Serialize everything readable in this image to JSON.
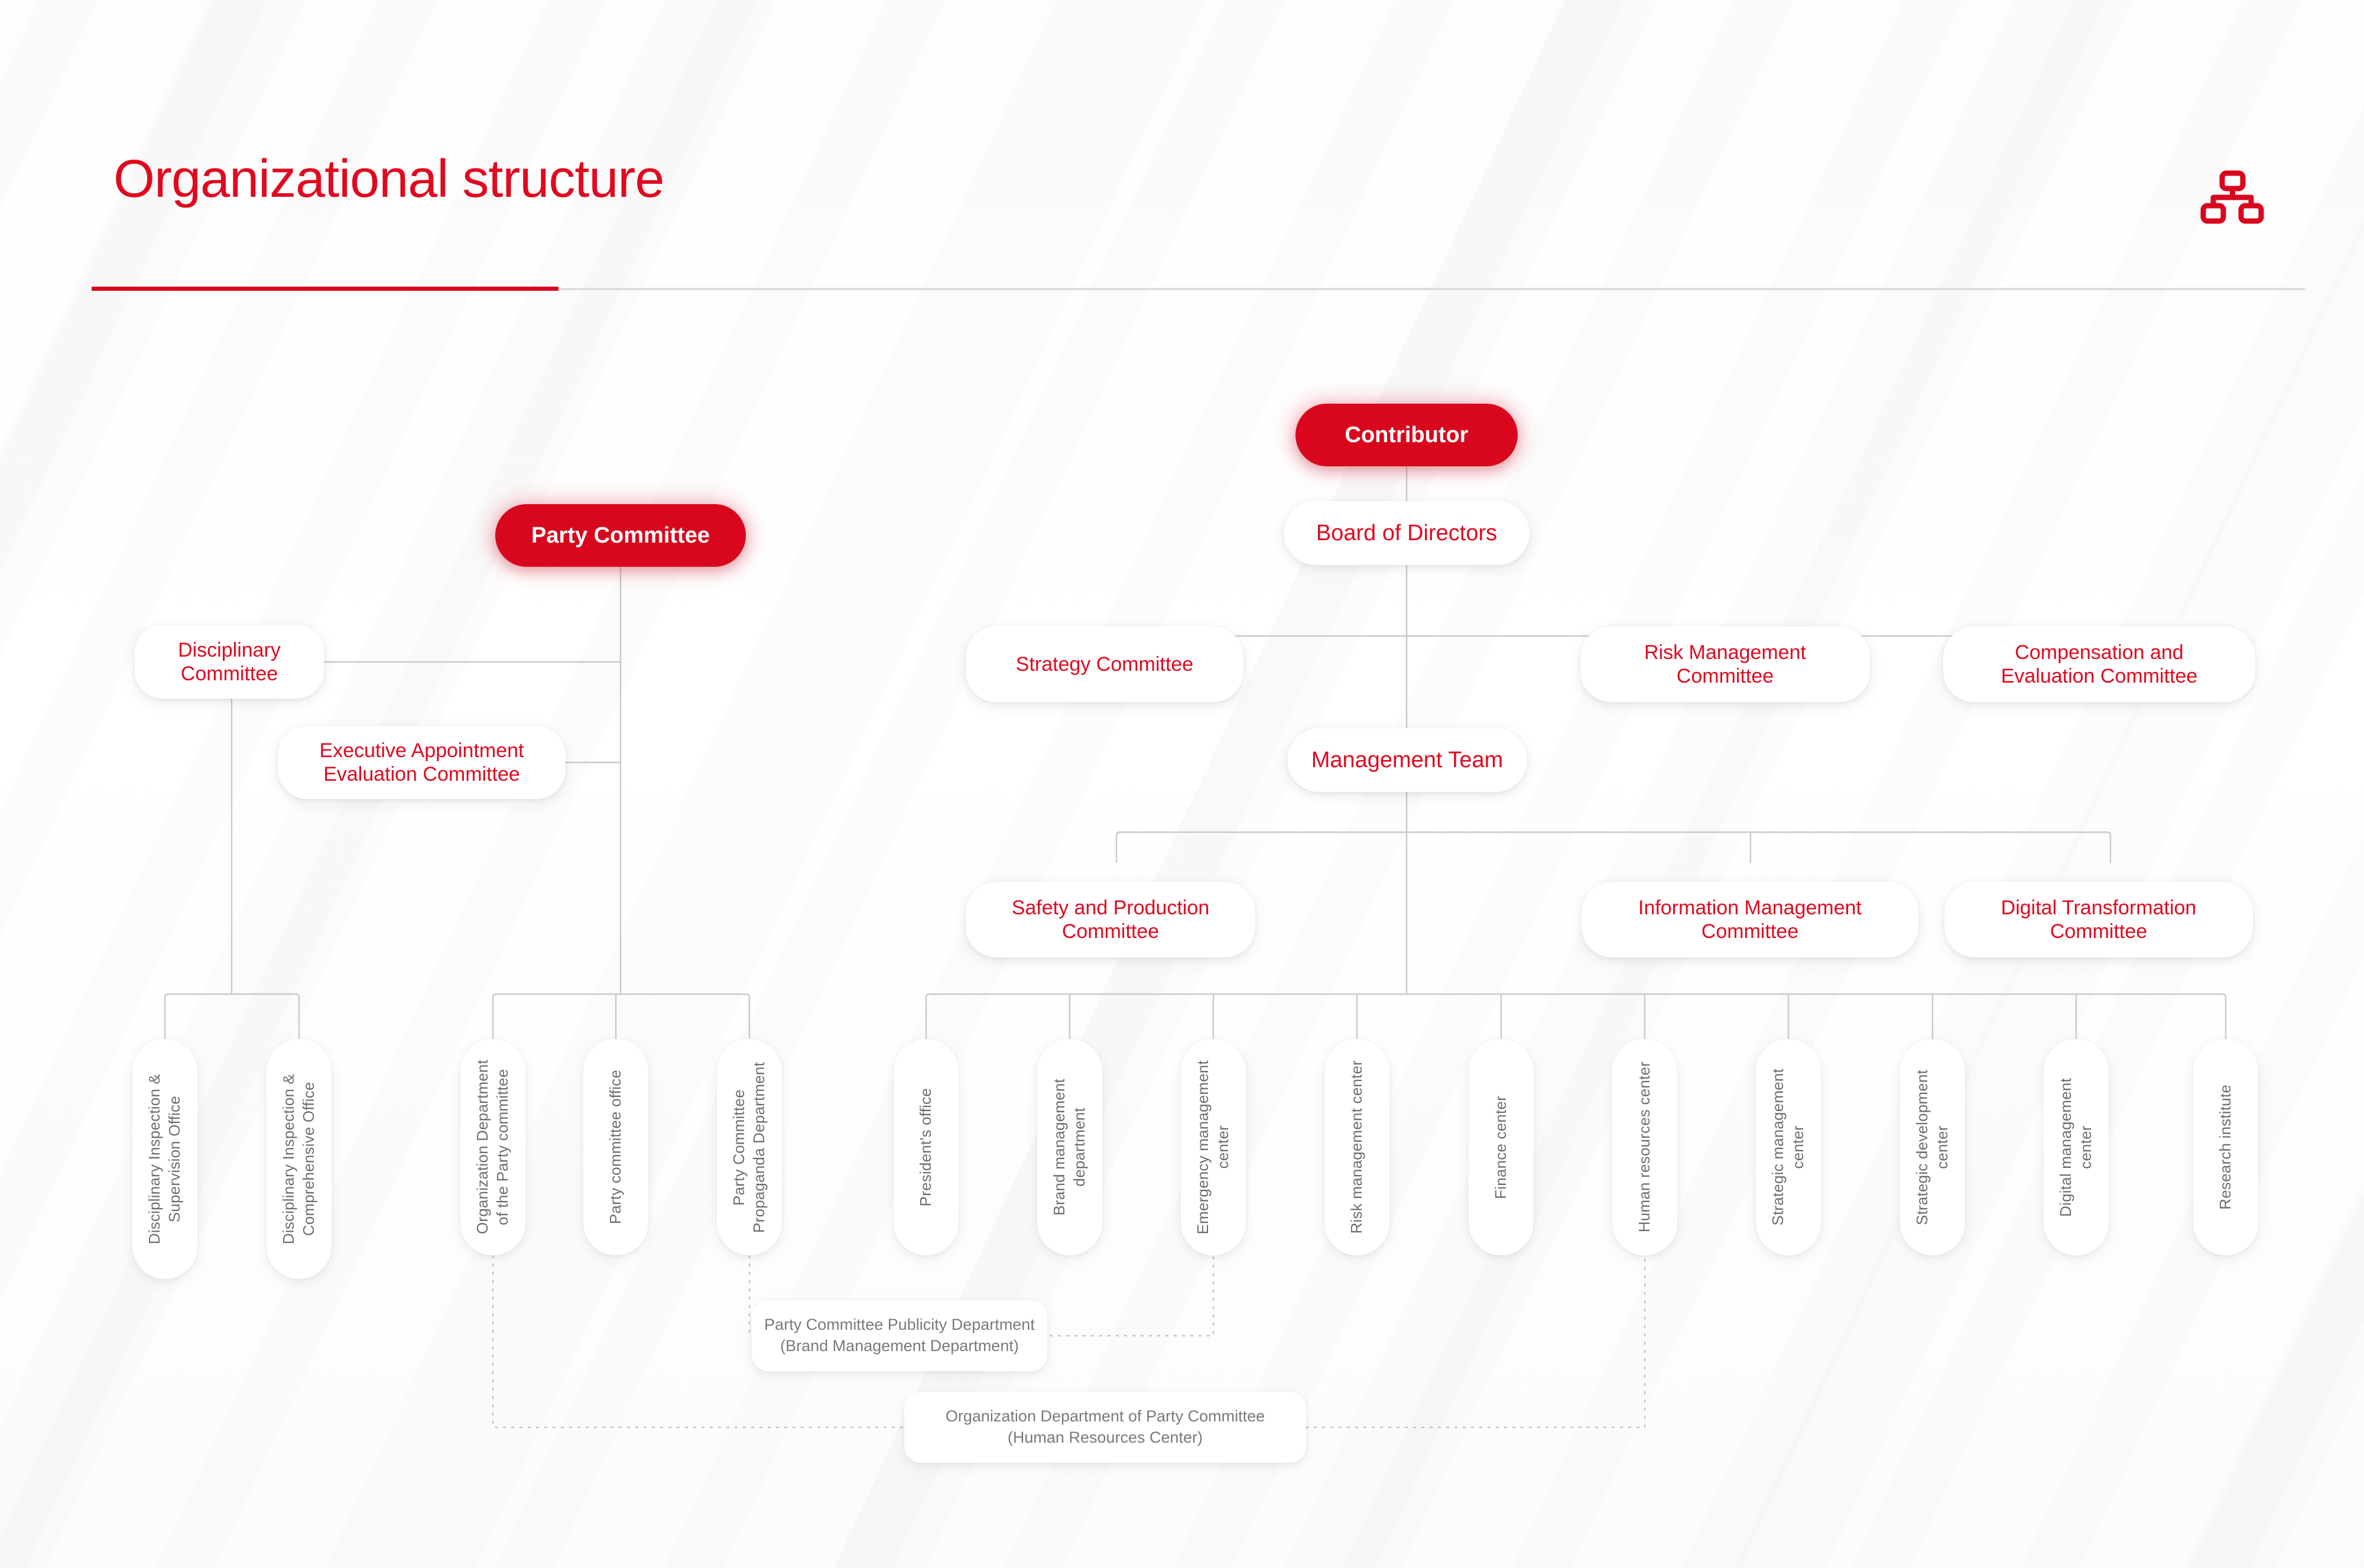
{
  "header": {
    "title": "Organizational structure",
    "icon": "org-chart-icon",
    "accent_color": "#D9071D",
    "rule_color": "#dedede"
  },
  "chart_data": {
    "type": "diagram",
    "diagram_kind": "organizational-chart",
    "accent_color": "#D9071D",
    "node_text_red": "#E1091F",
    "node_text_grey": "#6e6e6e",
    "connector_color": "#c9c9c9"
  },
  "top_nodes": {
    "contributor": "Contributor",
    "party_committee": "Party Committee",
    "board_of_directors": "Board of Directors",
    "management_team": "Management Team"
  },
  "party_branch": {
    "disciplinary_committee": "Disciplinary\nCommittee",
    "executive_appointment": "Executive Appointment\nEvaluation Committee"
  },
  "board_committees": [
    {
      "label": "Strategy Committee"
    },
    {
      "label": "Risk Management\nCommittee"
    },
    {
      "label": "Compensation and\nEvaluation Committee"
    }
  ],
  "management_committees": [
    {
      "label": "Safety and Production\nCommittee"
    },
    {
      "label": "Information Management\nCommittee"
    },
    {
      "label": "Digital Transformation\nCommittee"
    }
  ],
  "departments": [
    {
      "label": "Disciplinary Inspection &\nSupervision Office"
    },
    {
      "label": "Disciplinary Inspection &\nComprehensive Office"
    },
    {
      "label": "Organization Department\nof the Party committee"
    },
    {
      "label": "Party committee office"
    },
    {
      "label": "Party Committee\nPropaganda Department"
    },
    {
      "label": "President's office"
    },
    {
      "label": "Brand management\ndepartment"
    },
    {
      "label": "Emergency management\ncenter"
    },
    {
      "label": "Risk management center"
    },
    {
      "label": "Finance center"
    },
    {
      "label": "Human resources center"
    },
    {
      "label": "Strategic management\ncenter"
    },
    {
      "label": "Strategic development\ncenter"
    },
    {
      "label": "Digital management\ncenter"
    },
    {
      "label": "Research institute"
    }
  ],
  "footnotes": [
    {
      "label": "Party Committee Publicity Department\n(Brand Management Department)"
    },
    {
      "label": "Organization Department of Party Committee\n(Human Resources Center)"
    }
  ]
}
